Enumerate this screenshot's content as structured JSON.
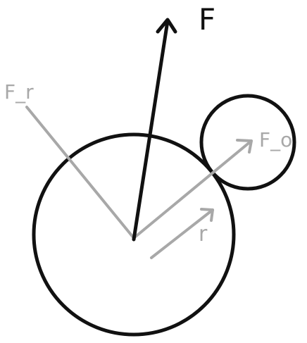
{
  "labels": {
    "force": "F",
    "force_r": "F_r",
    "force_o": "F_o",
    "radius": "r"
  },
  "colors": {
    "primary_ink": "#111111",
    "secondary_ink": "#a8a8a8",
    "background": "#ffffff"
  }
}
